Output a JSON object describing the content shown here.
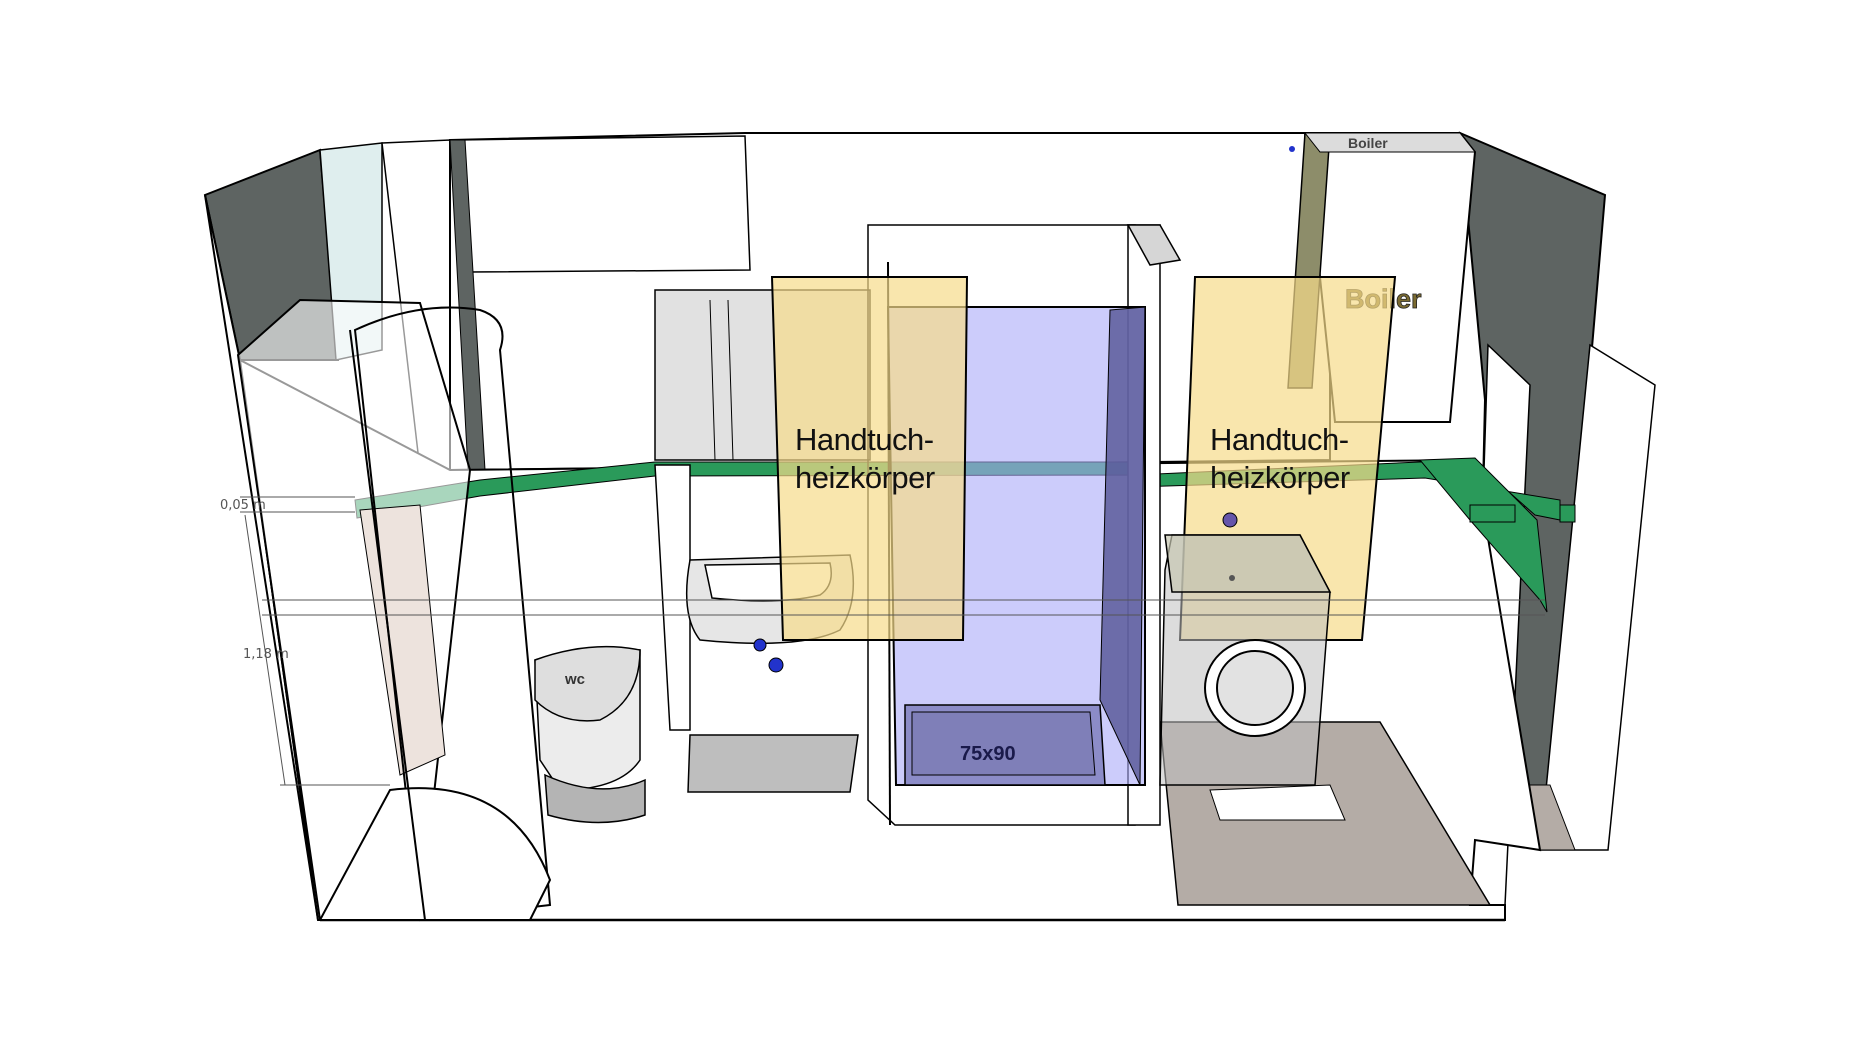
{
  "labels": {
    "towel_heater_left": [
      "Handtuch-",
      "heizkörper"
    ],
    "towel_heater_right": [
      "Handtuch-",
      "heizkörper"
    ],
    "boiler_front": "Boiler",
    "boiler_top": "Boiler",
    "wc": "wc",
    "shower_tray": "75x90"
  },
  "dimensions": {
    "tile_band_height": "0,05 m",
    "wall_height": "1,18 m"
  },
  "colors": {
    "towel_heater": "#f7dc8a",
    "shower_glass": "#aaaaf8",
    "tile_band": "#2a9a5a",
    "dark_wall": "#5e6462",
    "floor": "#b4aca6"
  }
}
